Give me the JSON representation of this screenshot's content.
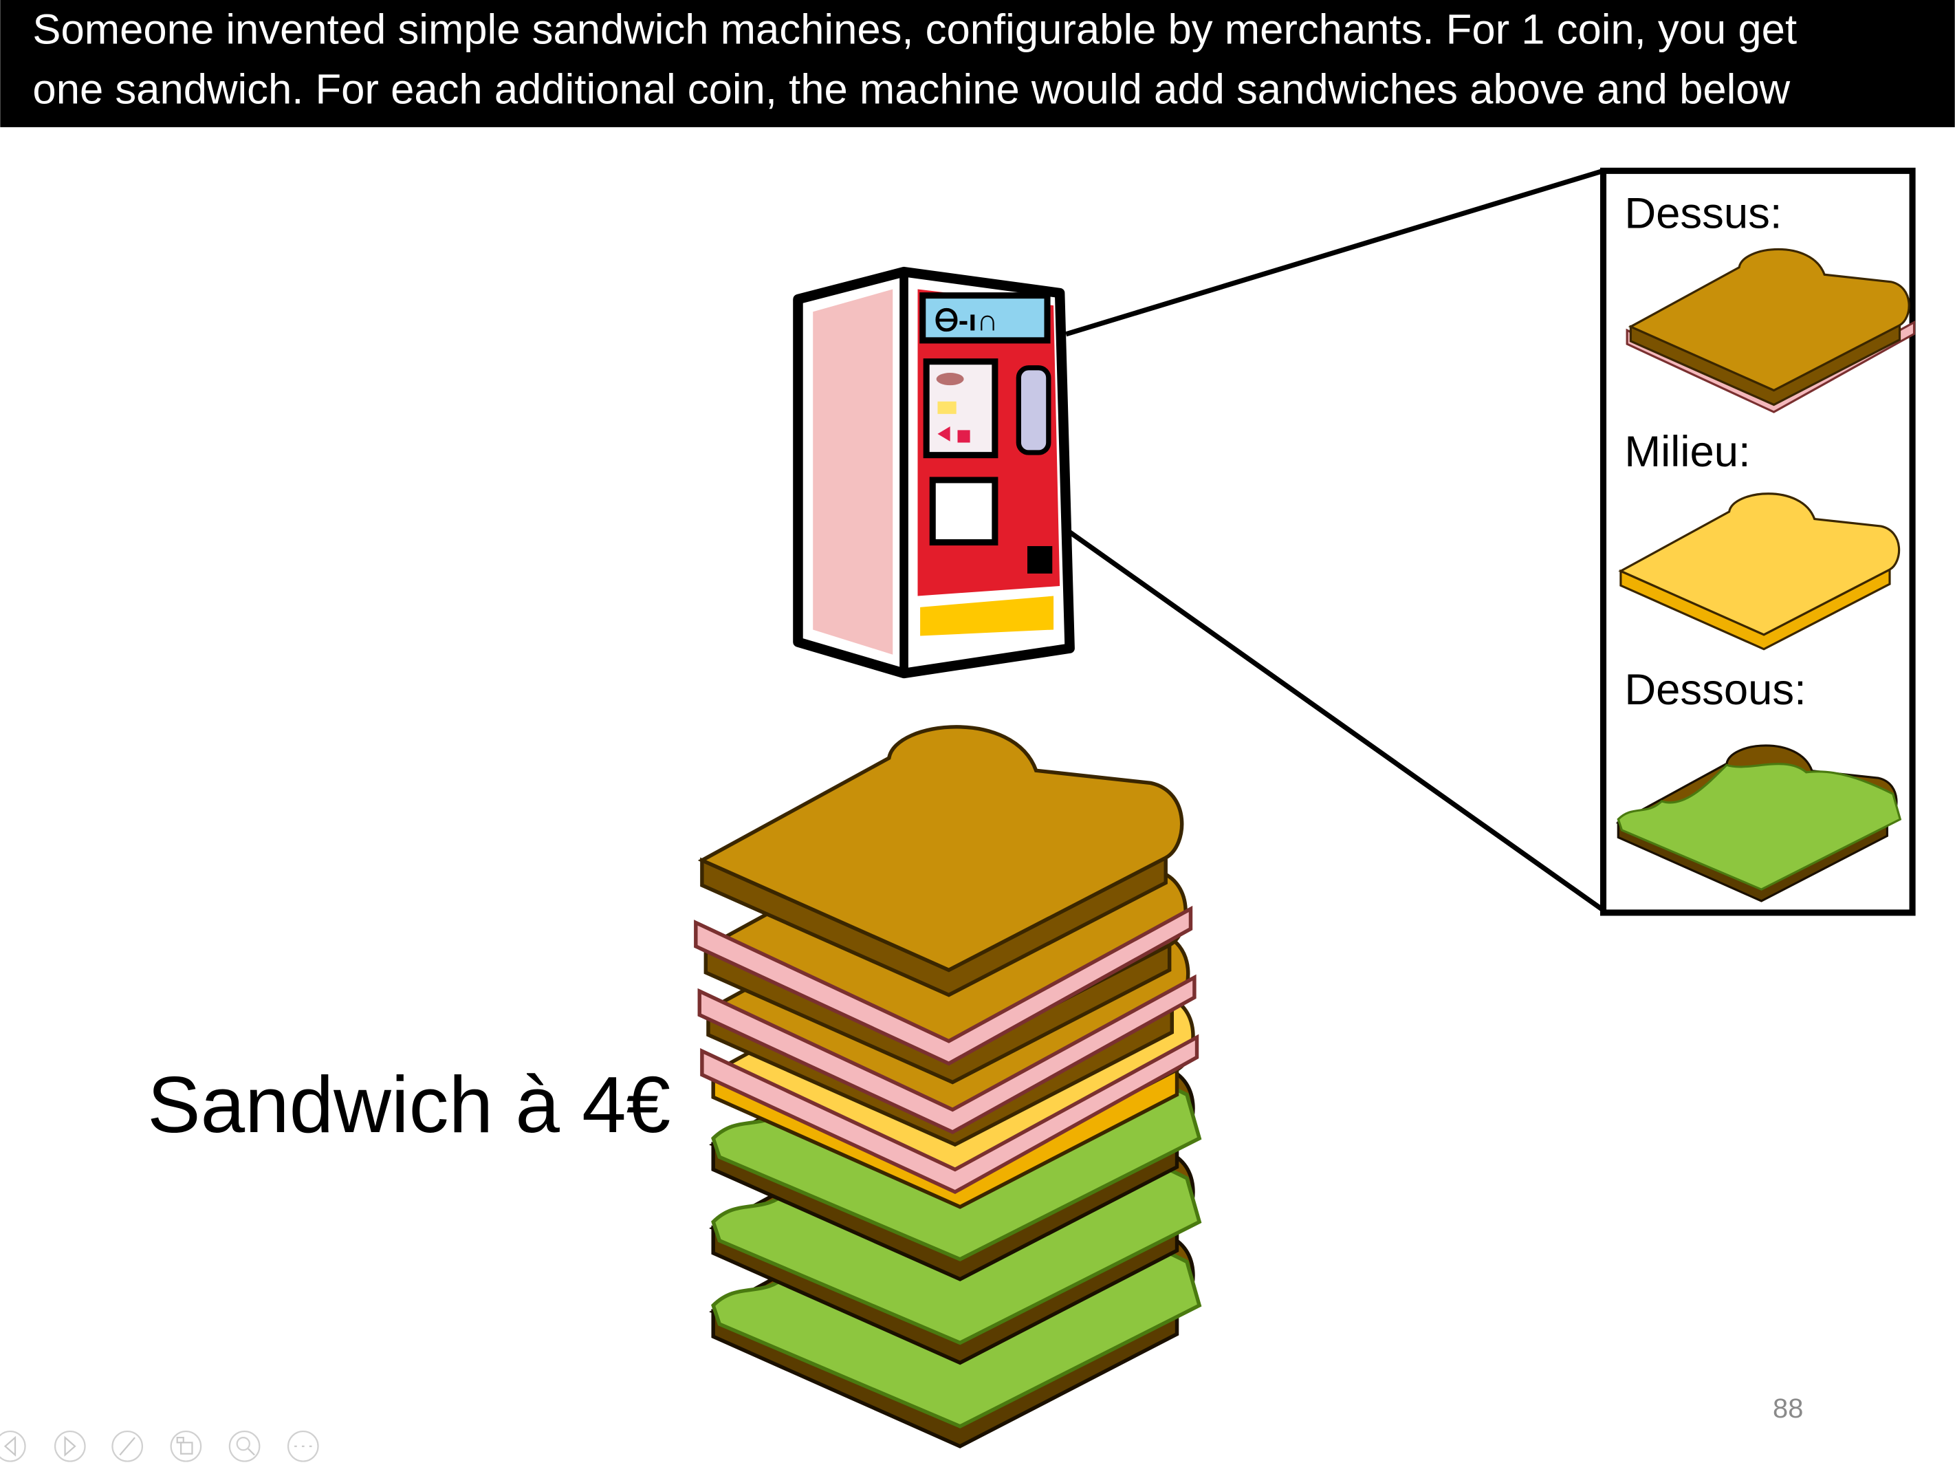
{
  "header": {
    "line1": "Someone invented simple sandwich machines, configurable by merchants. For 1 coin, you get",
    "line2": "one sandwich. For each additional coin, the machine would add sandwiches above and below"
  },
  "panel": {
    "top_label": "Dessus:",
    "middle_label": "Milieu:",
    "bottom_label": "Dessous:"
  },
  "price_label": "Sandwich à 4€",
  "page_number": "88",
  "controls": [
    "previous-icon",
    "next-icon",
    "pen-icon",
    "slides-icon",
    "zoom-icon",
    "more-icon"
  ],
  "colors": {
    "bread": "#c8900a",
    "bread_dark": "#7a5200",
    "cheese": "#ffc81e",
    "ham": "#f4b8bc",
    "lettuce": "#8dc63f",
    "machine_red": "#e31d2b"
  }
}
